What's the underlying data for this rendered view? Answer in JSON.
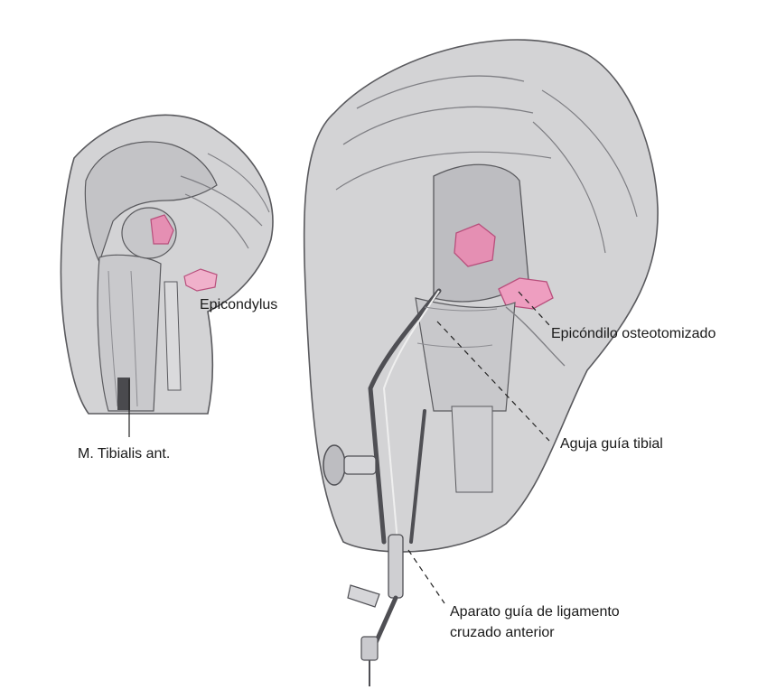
{
  "labels": {
    "epicondylus": "Epicondylus",
    "tibialis": "M. Tibialis ant.",
    "epicondilo": "Epicóndilo osteotomizado",
    "aguja": "Aguja guía tibial",
    "aparato_line1": "Aparato guía de ligamento",
    "aparato_line2": "cruzado anterior"
  },
  "colors": {
    "tissue": "#d3d3d5",
    "tissue_dark": "#a9a9ad",
    "outline": "#5a5a5e",
    "bone_pink": "#e58fb3",
    "bone_pink_dark": "#b84f7c"
  }
}
